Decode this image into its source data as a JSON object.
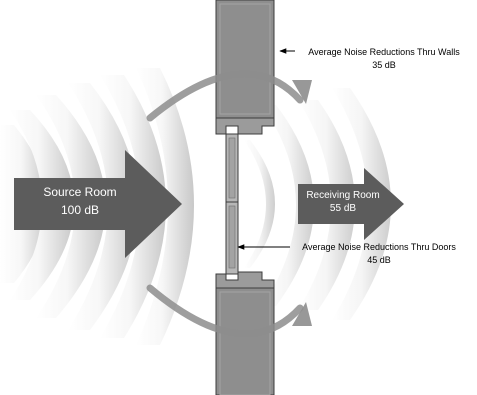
{
  "source": {
    "title": "Source Room",
    "level": "100 dB"
  },
  "receiving": {
    "title": "Receiving Room",
    "level": "55 dB"
  },
  "walls_note": {
    "title": "Average Noise Reductions Thru Walls",
    "level": "35 dB"
  },
  "doors_note": {
    "title": "Average Noise Reductions Thru Doors",
    "level": "45 dB"
  },
  "colors": {
    "wall": "#8c8c8c",
    "wall_dark": "#4a4a4a",
    "door": "#b5b5b5",
    "arrow": "#5a5a5a",
    "flank_arrow": "#8a8a8a",
    "wave_light": "#ffffff",
    "wave_dark": "#c9c9c9"
  }
}
